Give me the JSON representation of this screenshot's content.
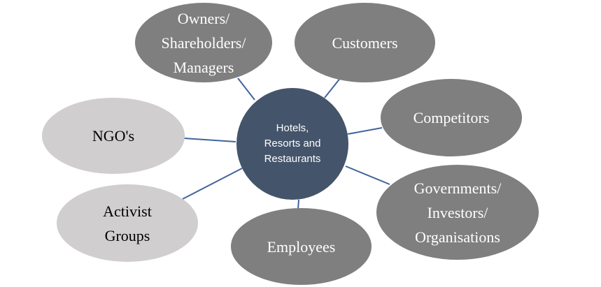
{
  "diagram": {
    "center": {
      "label": "Hotels,\nResorts and\nRestaurants",
      "color": "#44546a"
    },
    "stakeholders": [
      {
        "id": "owners",
        "label": "Owners/\nShareholders/\nManagers",
        "fill": "#7f7f7f",
        "text_color": "#ffffff"
      },
      {
        "id": "customers",
        "label": "Customers",
        "fill": "#7f7f7f",
        "text_color": "#ffffff"
      },
      {
        "id": "competitors",
        "label": "Competitors",
        "fill": "#7f7f7f",
        "text_color": "#ffffff"
      },
      {
        "id": "governments",
        "label": "Governments/\nInvestors/\nOrganisations",
        "fill": "#7f7f7f",
        "text_color": "#ffffff"
      },
      {
        "id": "employees",
        "label": "Employees",
        "fill": "#7f7f7f",
        "text_color": "#ffffff"
      },
      {
        "id": "activist",
        "label": "Activist\nGroups",
        "fill": "#d0cece",
        "text_color": "#000000"
      },
      {
        "id": "ngos",
        "label": "NGO's",
        "fill": "#d0cece",
        "text_color": "#000000"
      }
    ],
    "connector_color": "#41649b"
  }
}
